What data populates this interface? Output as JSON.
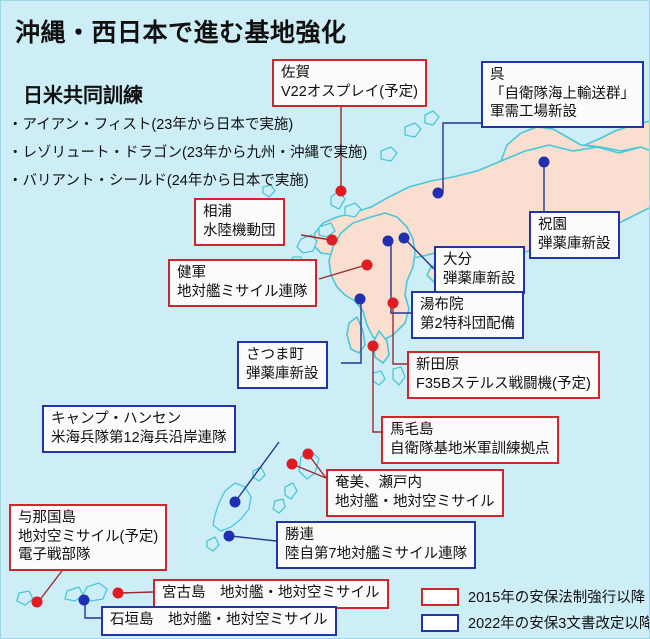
{
  "title": "沖縄・西日本で進む基地強化",
  "training": {
    "heading": "日米共同訓練",
    "items": [
      "・アイアン・フィスト(23年から日本で実施)",
      "・レゾリュート・ドラゴン(23年から九州・沖縄で実施)",
      "・バリアント・シールド(24年から日本で実施)"
    ]
  },
  "callouts": [
    {
      "id": "saga",
      "color": "red",
      "lines": [
        "佐賀",
        "V22オスプレイ(予定)"
      ]
    },
    {
      "id": "kure",
      "color": "blue",
      "lines": [
        "呉",
        "「自衛隊海上輸送群」",
        "軍需工場新設"
      ]
    },
    {
      "id": "hourono",
      "color": "blue",
      "lines": [
        "祝園",
        "弾薬庫新設"
      ]
    },
    {
      "id": "ainoura",
      "color": "red",
      "lines": [
        "相浦",
        "水陸機動団"
      ]
    },
    {
      "id": "oita",
      "color": "blue",
      "lines": [
        "大分",
        "弾薬庫新設"
      ]
    },
    {
      "id": "kengun",
      "color": "red",
      "lines": [
        "健軍",
        "地対艦ミサイル連隊"
      ]
    },
    {
      "id": "yufuin",
      "color": "blue",
      "lines": [
        "湯布院",
        "第2特科団配備"
      ]
    },
    {
      "id": "satsuma",
      "color": "blue",
      "lines": [
        "さつま町",
        "弾薬庫新設"
      ]
    },
    {
      "id": "nyutabaru",
      "color": "red",
      "lines": [
        "新田原",
        "F35Bステルス戦闘機(予定)"
      ]
    },
    {
      "id": "camphansen",
      "color": "blue",
      "lines": [
        "キャンプ・ハンセン",
        "米海兵隊第12海兵沿岸連隊"
      ]
    },
    {
      "id": "mageshima",
      "color": "red",
      "lines": [
        "馬毛島",
        "自衛隊基地米軍訓練拠点"
      ]
    },
    {
      "id": "amami",
      "color": "red",
      "lines": [
        "奄美、瀬戸内",
        "地対艦・地対空ミサイル"
      ]
    },
    {
      "id": "katsuren",
      "color": "blue",
      "lines": [
        "勝連",
        "陸自第7地対艦ミサイル連隊"
      ]
    },
    {
      "id": "yonaguni",
      "color": "red",
      "lines": [
        "与那国島",
        "地対空ミサイル(予定)",
        "電子戦部隊"
      ]
    },
    {
      "id": "miyako",
      "color": "red",
      "lines": [
        "宮古島　地対艦・地対空ミサイル"
      ]
    },
    {
      "id": "ishigaki",
      "color": "blue",
      "lines": [
        "石垣島　地対艦・地対空ミサイル"
      ]
    }
  ],
  "legend": [
    {
      "color": "red",
      "label": "2015年の安保法制強行以降"
    },
    {
      "color": "blue",
      "label": "2022年の安保3文書改定以降"
    }
  ],
  "colors": {
    "red": "#d2242b",
    "blue": "#1f35a8",
    "dot_red": "#e01b22",
    "dot_blue": "#1f2fb0",
    "sea": "#cdeef7",
    "land": "#fadfd0",
    "coast": "#49c8d8"
  }
}
